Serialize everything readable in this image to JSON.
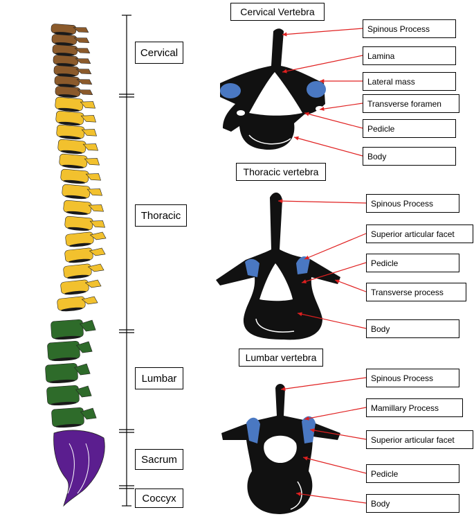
{
  "regions": [
    "Cervical",
    "Thoracic",
    "Lumbar",
    "Sacrum",
    "Coccyx"
  ],
  "cervical": {
    "title": "Cervical Vertebra",
    "labels": [
      "Spinous Process",
      "Lamina",
      "Lateral mass",
      "Transverse foramen",
      "Pedicle",
      "Body"
    ]
  },
  "thoracic": {
    "title": "Thoracic vertebra",
    "labels": [
      "Spinous Process",
      "Superior articular facet",
      "Pedicle",
      "Transverse process",
      "Body"
    ]
  },
  "lumbar": {
    "title": "Lumbar vertebra",
    "labels": [
      "Spinous Process",
      "Mamillary Process",
      "Superior articular facet",
      "Pedicle",
      "Body"
    ]
  },
  "colors": {
    "cervical": "#8B5A2B",
    "thoracic": "#F2C12E",
    "lumbar": "#2E6B2A",
    "sacrum": "#5B1E8F",
    "facet": "#4A78C2",
    "bone": "#111111",
    "leader": "#E02020"
  }
}
